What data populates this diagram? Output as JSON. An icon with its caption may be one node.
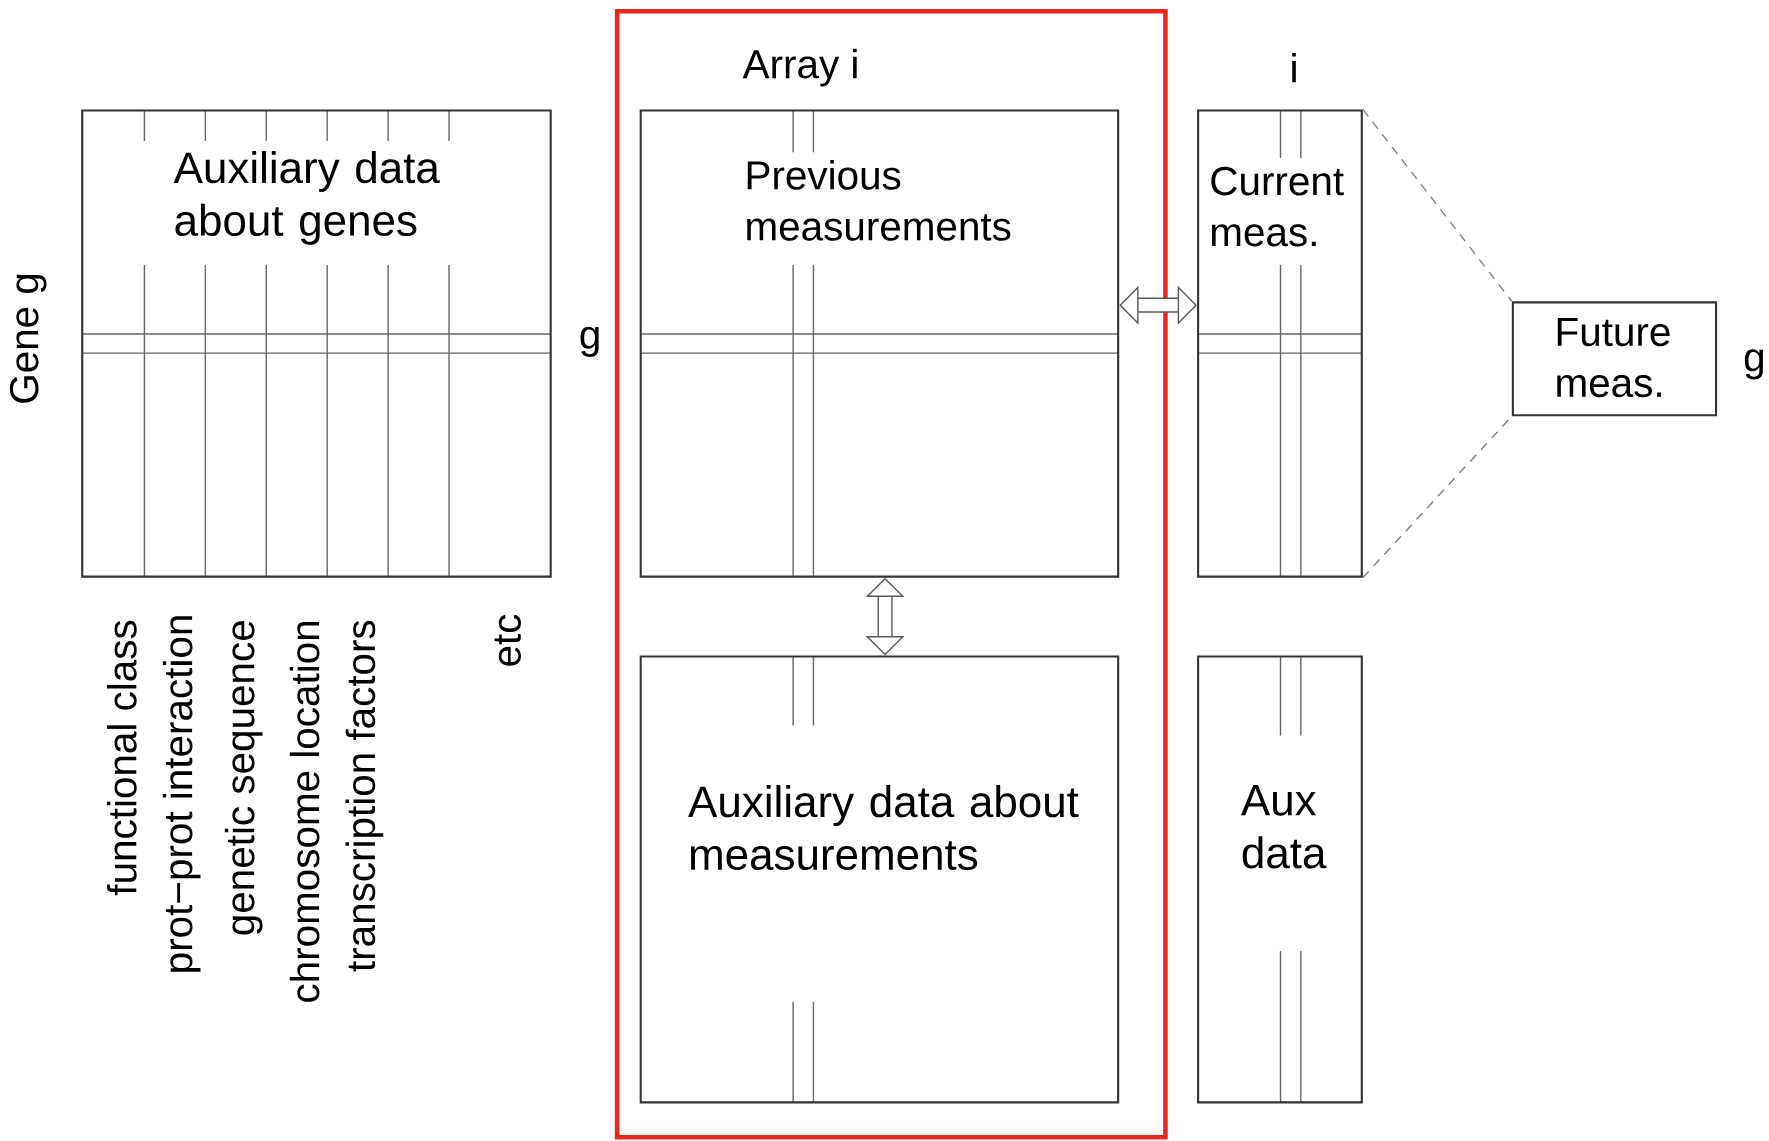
{
  "diagram": {
    "nodes": [
      {
        "text": [
          "Auxiliary data about genes"
        ]
      },
      {
        "text": [
          "Previous measurements"
        ]
      },
      {
        "text": [
          "Current meas."
        ]
      },
      {
        "text": [
          "Future meas."
        ]
      },
      {
        "text": [
          "Auxiliary data about measurements"
        ]
      },
      {
        "text": [
          "Aux data"
        ]
      }
    ],
    "edges": [
      {
        "from": 1,
        "to": 2,
        "arrow": "both",
        "style": "thick"
      },
      {
        "from": 1,
        "to": 4,
        "arrow": "both",
        "style": "thick"
      },
      {
        "from": 2,
        "to": 3,
        "arrow": "none",
        "style": "dashed"
      },
      {
        "from": 2,
        "to": 3,
        "arrow": "none",
        "style": "dashed"
      }
    ],
    "labels": [
      "Array i",
      "i",
      "Gene g",
      "g",
      "g",
      "functional class",
      "prot−prot interaction",
      "genetic sequence",
      "chromosome location",
      "transcription factors",
      "etc"
    ]
  }
}
